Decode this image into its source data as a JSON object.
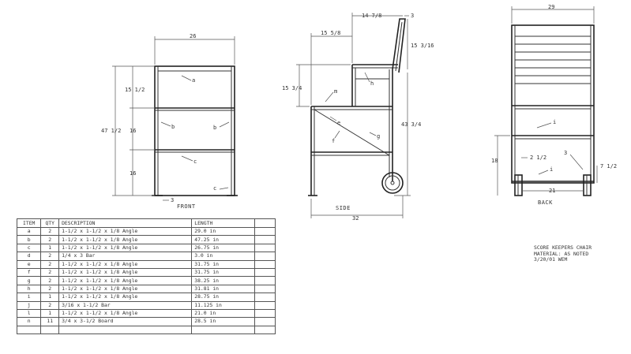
{
  "front": {
    "title": "FRONT",
    "dims": {
      "width": "26",
      "height_total": "47 1/2",
      "top_section": "15 1/2",
      "middle_section": "16",
      "bottom_section": "16",
      "foot_offset": "3"
    },
    "labels": {
      "a": "a",
      "b1": "b",
      "b2": "b",
      "c1": "c",
      "c2": "c"
    }
  },
  "side": {
    "title": "SIDE",
    "dims": {
      "top_width": "14 7/8",
      "back_thickness": "3",
      "seat_width": "15 5/8",
      "back_height": "15 3/16",
      "seat_back_height": "15 3/4",
      "rear_height": "43 3/4",
      "base_width": "32"
    },
    "labels": {
      "h": "h",
      "m": "m",
      "e": "e",
      "f": "f",
      "g": "g"
    }
  },
  "back": {
    "title": "BACK",
    "dims": {
      "width": "29",
      "bottom_width": "21",
      "height": "18",
      "inset": "2 1/2",
      "offset": "3",
      "axle_height": "7 1/2"
    },
    "labels": {
      "i1": "i",
      "i2": "i"
    }
  },
  "bom": {
    "headers": {
      "item": "ITEM",
      "qty": "QTY",
      "description": "DESCRIPTION",
      "length": "LENGTH"
    },
    "rows": [
      {
        "item": "a",
        "qty": "2",
        "description": "1-1/2 x 1-1/2 x 1/8 Angle",
        "length": "29.0 in"
      },
      {
        "item": "b",
        "qty": "2",
        "description": "1-1/2 x 1-1/2 x 1/8 Angle",
        "length": "47.25 in"
      },
      {
        "item": "c",
        "qty": "1",
        "description": "1-1/2 x 1-1/2 x 1/8 Angle",
        "length": "26.75 in"
      },
      {
        "item": "d",
        "qty": "2",
        "description": "1/4 x 3 Bar",
        "length": "3.0 in"
      },
      {
        "item": "e",
        "qty": "2",
        "description": "1-1/2 x 1-1/2 x 1/8 Angle",
        "length": "31.75 in"
      },
      {
        "item": "f",
        "qty": "2",
        "description": "1-1/2 x 1-1/2 x 1/8 Angle",
        "length": "31.75 in"
      },
      {
        "item": "g",
        "qty": "2",
        "description": "1-1/2 x 1-1/2 x 1/8 Angle",
        "length": "38.25 in"
      },
      {
        "item": "h",
        "qty": "2",
        "description": "1-1/2 x 1-1/2 x 1/8 Angle",
        "length": "31.81 in"
      },
      {
        "item": "i",
        "qty": "1",
        "description": "1-1/2 x 1-1/2 x 1/8 Angle",
        "length": "28.75 in"
      },
      {
        "item": "j",
        "qty": "2",
        "description": "3/16 x 1-1/2 Bar",
        "length": "11.125 in"
      },
      {
        "item": "l",
        "qty": "1",
        "description": "1-1/2 x 1-1/2 x 1/8 Angle",
        "length": "21.0 in"
      },
      {
        "item": "n",
        "qty": "11",
        "description": "3/4 x 3-1/2 Board",
        "length": "28.5 in"
      },
      {
        "item": "",
        "qty": "",
        "description": "",
        "length": ""
      }
    ]
  },
  "notes": {
    "line1": "SCORE KEEPERS CHAIR",
    "line2": "MATERIAL: AS NOTED",
    "line3": "3/20/01  WEM"
  }
}
